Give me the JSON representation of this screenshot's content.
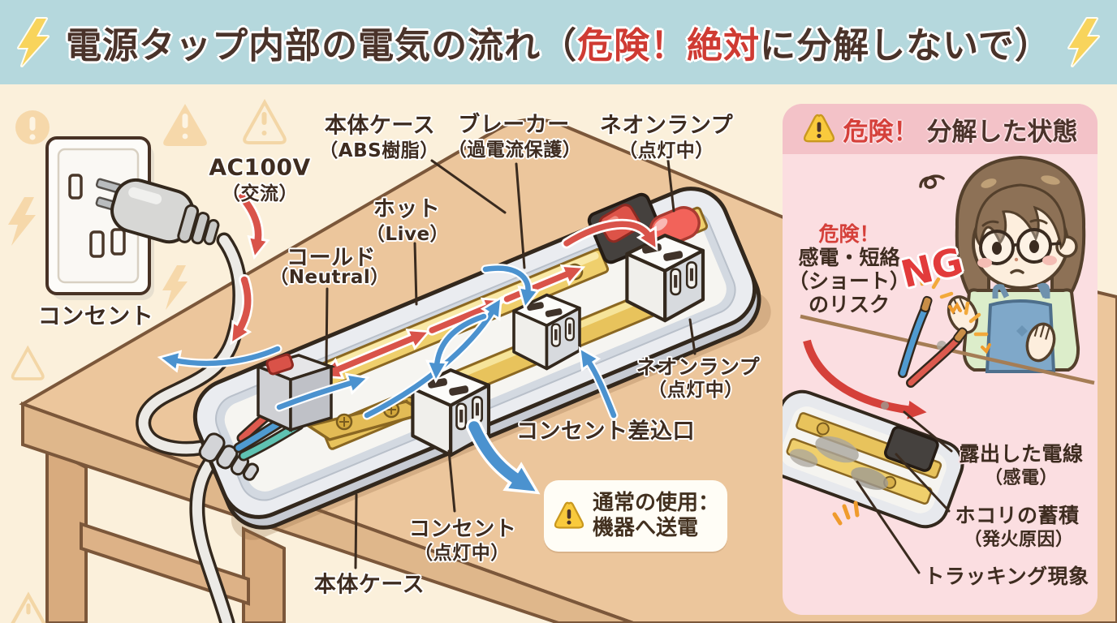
{
  "title": {
    "prefix": "電源タップ内部の電気の流れ（",
    "danger": "危険！絶対",
    "suffix": "に分解しないで）"
  },
  "left_area": {
    "voltage_line1": "AC100V",
    "voltage_line2": "（交流）",
    "wall_outlet": "コンセント"
  },
  "strip": {
    "case_top_1": "本体ケース",
    "case_top_2": "（ABS樹脂）",
    "breaker_1": "ブレーカー",
    "breaker_2": "（過電流保護）",
    "neon_top_1": "ネオンランプ",
    "neon_top_2": "（点灯中）",
    "hot_1": "ホット",
    "hot_2": "（Live）",
    "cold_1": "コールド",
    "cold_2": "（Neutral）",
    "neon_right_1": "ネオンランプ",
    "neon_right_2": "（点灯中）",
    "inlet": "コンセント差込口",
    "outlet_lit_1": "コンセント",
    "outlet_lit_2": "（点灯中）",
    "case_bottom": "本体ケース"
  },
  "callout": {
    "line1": "通常の使用：",
    "line2": "機器へ送電"
  },
  "danger_panel": {
    "header_danger": "危険！",
    "header_rest": "分解した状態",
    "risk_1": "危険！",
    "risk_2": "感電・短絡",
    "risk_3": "（ショート）",
    "risk_4": "のリスク",
    "ng": "NG",
    "exposed_1": "露出した電線",
    "exposed_2": "（感電）",
    "dust_1": "ホコリの蓄積",
    "dust_2": "（発火原因）",
    "tracking": "トラッキング現象"
  },
  "colors": {
    "title_band": "#b5d8dd",
    "background_cream": "#fbf0db",
    "table_tan": "#ecc69c",
    "danger_red": "#d5403a",
    "hot_arrow_red": "#d9534a",
    "neutral_arrow_blue": "#4b92cf",
    "brass": "#eecb63",
    "warning_yellow": "#f9ca3d",
    "panel_pink": "#fbdee1",
    "panel_header_pink": "#f3c2c8",
    "neon_lamp_red": "#f2635a"
  }
}
